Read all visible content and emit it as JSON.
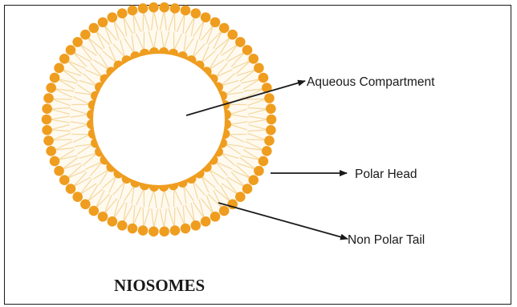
{
  "diagram": {
    "labels": {
      "aqueous": "Aqueous Compartment",
      "polar_head": "Polar Head",
      "non_polar_tail": "Non Polar Tail"
    },
    "title": "NIOSOMES",
    "colors": {
      "head": "#ef9d1f",
      "tail": "#f4d9a3",
      "fill": "#fffaf0",
      "arrow": "#1a1a1a",
      "border": "#1a1a1a"
    }
  }
}
